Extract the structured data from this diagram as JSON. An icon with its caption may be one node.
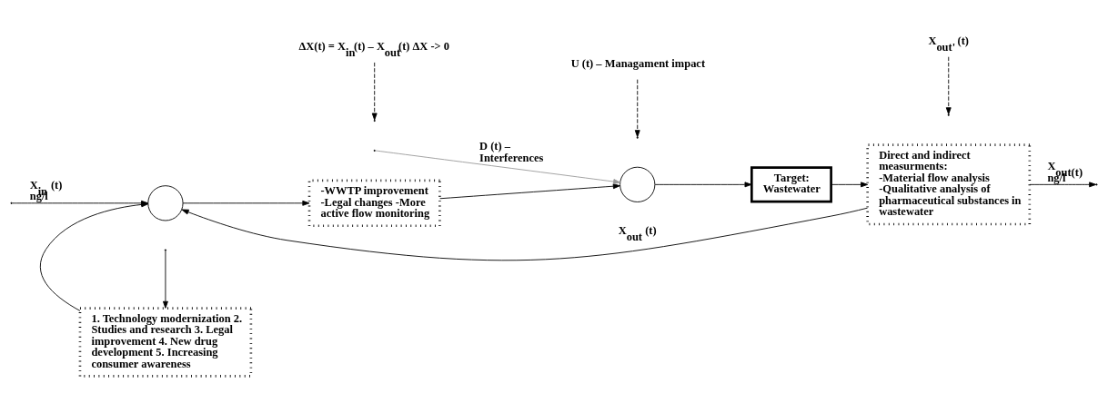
{
  "diagram": {
    "nodes": [
      {
        "text": [],
        "shape": "circle"
      },
      {
        "text": [
          "1. Technology modernization 2. Studies and research 3. Legal improvement 4. New drug development 5. Increasing consumer awareness"
        ]
      },
      {
        "text": [
          "-WWTP improvement -Legal changes -More active flow monitoring"
        ]
      },
      {
        "text": [],
        "shape": "circle"
      },
      {
        "text": [
          "Target: Wastewater"
        ]
      },
      {
        "text": [
          "Direct and indirect measurments:",
          "-Material flow analysis -Qualitative analysis of pharmaceutical substances in wastewater"
        ]
      },
      {
        "text": [
          "ΔX(t) = X$_{in}$(t) – X$_{out}$(t) ΔX -> 0"
        ]
      },
      {
        "text": [
          "U (t) – Managament impact"
        ]
      },
      {
        "text": [
          "X$_{out'}$ (t)"
        ]
      }
    ],
    "edges": [
      {
        "from": null,
        "to": 0,
        "arrow": "to",
        "label": "X$_{in}$ (t) ng/l"
      },
      {
        "from": 1,
        "to": 0,
        "arrow": "to"
      },
      {
        "from": 0,
        "to": 2,
        "arrow": "to"
      },
      {
        "from": 2,
        "to": 3,
        "arrow": "to"
      },
      {
        "from": null,
        "to": 3,
        "arrow": "to",
        "label": "D (t) – Interferences",
        "color": "#999999"
      },
      {
        "from": null,
        "to": 1,
        "arrow": "to"
      },
      {
        "from": 3,
        "to": 4,
        "arrow": "to"
      },
      {
        "from": 4,
        "to": 5,
        "arrow": "to"
      },
      {
        "from": 5,
        "to": null,
        "arrow": "to",
        "label": "X$_{out(t)}$ ng/l"
      },
      {
        "from": 5,
        "to": 0,
        "arrow": "to",
        "label": "X$_{out}$ (t)"
      },
      {
        "from": 6,
        "to": null,
        "arrow": "to",
        "style": "dashed"
      },
      {
        "from": 7,
        "to": null,
        "arrow": "to",
        "style": "dashed"
      },
      {
        "from": 8,
        "to": null,
        "arrow": "to",
        "style": "dashed"
      }
    ]
  }
}
